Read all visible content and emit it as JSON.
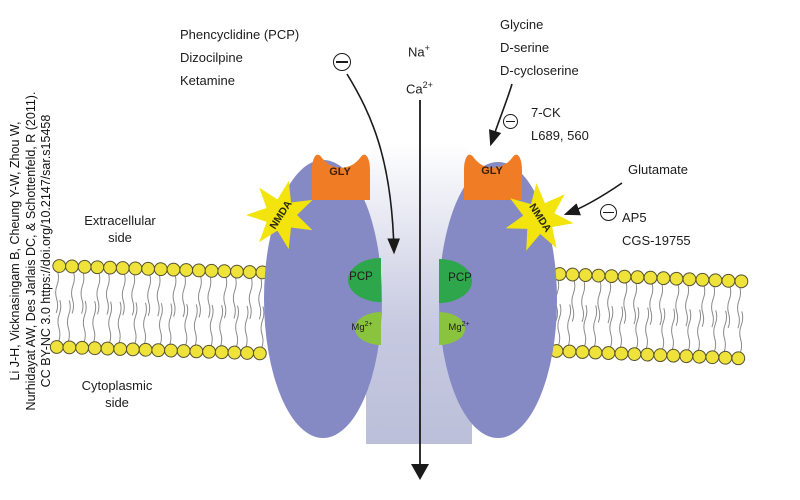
{
  "credit": {
    "line1": "Li J-H, Vicknasingam B, Cheung Y-W, Zhou W,",
    "line2": "Nurhidayat AW, Des Jarlais DC, & Schottenfeld, R (2011).",
    "line3": "CC BY-NC 3.0 https://doi.org/10.2147/sar.s15458"
  },
  "membrane_sides": {
    "extracellular": {
      "line1": "Extracellular",
      "line2": "side"
    },
    "cytoplasmic": {
      "line1": "Cytoplasmic",
      "line2": "side"
    }
  },
  "ions": [
    {
      "base": "Na",
      "sup": "+"
    },
    {
      "base": "Ca",
      "sup": "2+"
    }
  ],
  "channel_blockers": {
    "items": [
      "Phencyclidine (PCP)",
      "Dizocilpine",
      "Ketamine"
    ]
  },
  "glycine_site": {
    "agonists": [
      "Glycine",
      "D-serine",
      "D-cycloserine"
    ],
    "antagonists": [
      "7-CK",
      "L689, 560"
    ]
  },
  "glutamate_site": {
    "agonist": "Glutamate",
    "antagonists": [
      "AP5",
      "CGS-19755"
    ]
  },
  "binding_sites": {
    "gly": "GLY",
    "nmda": "NMDA",
    "pcp": "PCP",
    "mg": {
      "base": "Mg",
      "sup": "2+"
    }
  },
  "colors": {
    "receptor_subunit": "#8589c4",
    "channel_pore_light": "#c6c9e0",
    "gly_site_orange": "#f07d26",
    "nmda_site_yellow": "#f2e40c",
    "pcp_site_green": "#2ea64b",
    "mg_site_green": "#8ac43f",
    "lipid_head_yellow": "#efe23a",
    "line_black": "#1a1a1a"
  }
}
